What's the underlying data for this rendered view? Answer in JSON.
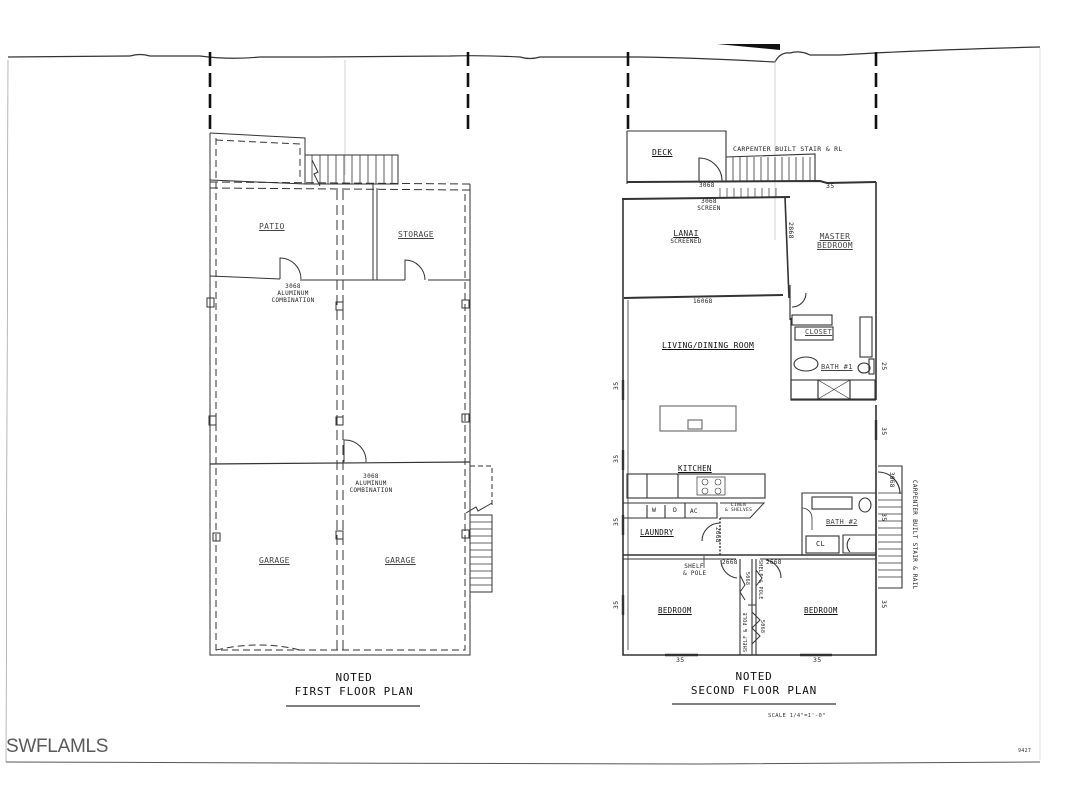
{
  "watermark": "SWFLAMLS",
  "sheet_code": "9427",
  "first_floor": {
    "title_line1": "NOTED",
    "title_line2": "FIRST FLOOR PLAN",
    "rooms": {
      "patio": "PATIO",
      "storage": "STORAGE",
      "garage_left": "GARAGE",
      "garage_right": "GARAGE"
    },
    "door_notes": {
      "upper": [
        "3068",
        "ALUMINUM",
        "COMBINATION"
      ],
      "lower": [
        "3068",
        "ALUMINUM",
        "COMBINATION"
      ]
    }
  },
  "second_floor": {
    "title_line1": "NOTED",
    "title_line2": "SECOND FLOOR PLAN",
    "scale": "SCALE 1/4\"=1'-0\"",
    "rooms": {
      "deck": "DECK",
      "lanai": "LANAI",
      "lanai_sub": "SCREENED",
      "master_bedroom_1": "MASTER",
      "master_bedroom_2": "BEDROOM",
      "closet": "CLOSET",
      "bath1": "BATH #1",
      "living": "LIVING/DINING ROOM",
      "kitchen": "KITCHEN",
      "laundry": "LAUNDRY",
      "bath2": "BATH #2",
      "bedroom_left": "BEDROOM",
      "bedroom_right": "BEDROOM",
      "closet_short": "CL"
    },
    "notes": {
      "stair_top": "CARPENTER BUILT STAIR & RL",
      "stair_side": "CARPENTER BUILT STAIR & RAIL",
      "deck_door": "3068",
      "deck_door_sub": "SCREEN",
      "lanai_door": "3068",
      "lanai_door_sub": "SCREEN",
      "lanai_slider": "16068",
      "master_door": "2868",
      "laundry_door": "2668",
      "bed_door_left": "2668",
      "bed_door_right": "2668",
      "closet_left": "5068",
      "closet_right": "5068",
      "shelf_pole": [
        "SHELF",
        "& POLE"
      ],
      "shelf_pole_v1": "SHELF & POLE",
      "shelf_pole_v2": "SHELF & POLE",
      "linen": [
        "LINEN",
        "& SHELVES"
      ],
      "side_door": "3068",
      "appliance_w": "W",
      "appliance_d": "D",
      "appliance_ac": "AC"
    },
    "dims": {
      "top_right": "35",
      "left_1": "35",
      "left_2": "35",
      "left_3": "35",
      "left_4": "35",
      "right_1": "25",
      "right_2": "35",
      "right_3": "35",
      "right_4": "35",
      "bottom_left": "35",
      "bottom_right": "35"
    }
  }
}
